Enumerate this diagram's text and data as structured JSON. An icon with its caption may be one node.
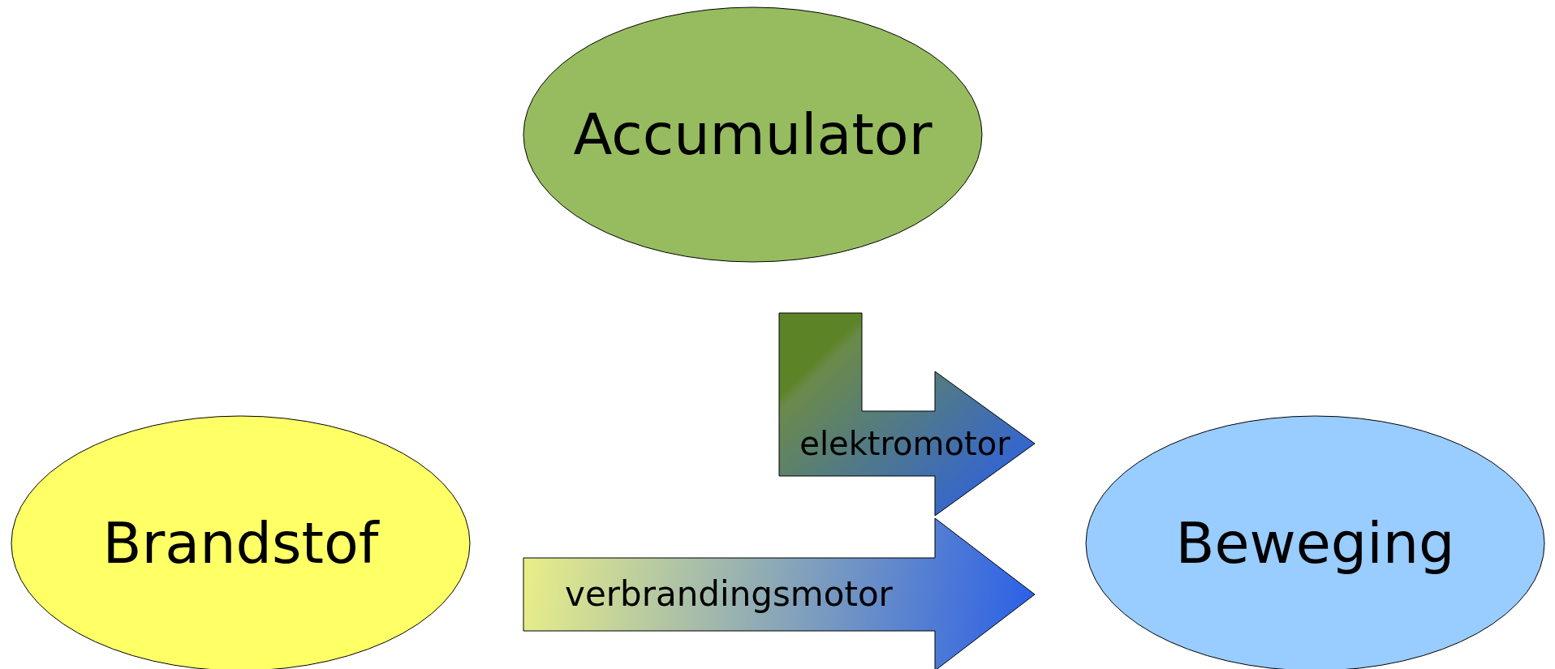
{
  "diagram": {
    "nodes": [
      {
        "text": [
          "Accumulator"
        ]
      },
      {
        "text": [
          "Brandstof"
        ]
      },
      {
        "text": [
          "Beweging"
        ]
      }
    ],
    "edges": [
      {
        "from": 0,
        "to": 2,
        "arrow": "to",
        "label": "elektromotor"
      },
      {
        "from": 1,
        "to": 2,
        "arrow": "to",
        "label": "verbrandingsmotor"
      }
    ]
  }
}
